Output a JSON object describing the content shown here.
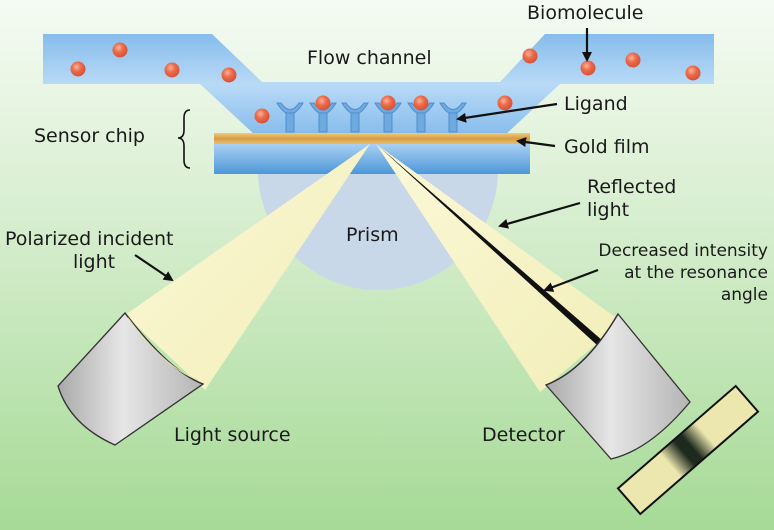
{
  "diagram": {
    "title": "Surface plasmon resonance setup",
    "labels": {
      "biomolecule": "Biomolecule",
      "flow_channel": "Flow channel",
      "ligand": "Ligand",
      "sensor_chip": "Sensor chip",
      "gold_film": "Gold film",
      "reflected_light_1": "Reflected",
      "reflected_light_2": "light",
      "polarized_light_1": "Polarized incident",
      "polarized_light_2": "light",
      "prism": "Prism",
      "decreased_intensity_1": "Decreased intensity",
      "decreased_intensity_2": "at the resonance",
      "decreased_intensity_3": "angle",
      "light_source": "Light source",
      "detector": "Detector"
    },
    "counts": {
      "ligands": 6,
      "bound_biomolecules": 3,
      "free_biomolecules": 10
    },
    "colors": {
      "background_top": "#f4faf1",
      "background_bottom": "#a8dc98",
      "channel": "#8fc3ee",
      "molecule": "#e8684a",
      "gold": "#d9a24e",
      "prism": "#c9d9ea",
      "beam": "#f6f3c4",
      "cylinder": "#c8c8c8"
    }
  }
}
